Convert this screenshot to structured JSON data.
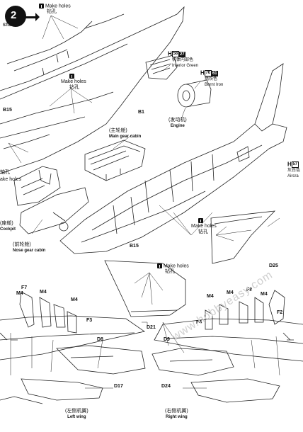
{
  "step": {
    "label": "STEP",
    "number": "2"
  },
  "make_holes": {
    "en": "Make holes",
    "cn": "钻孔"
  },
  "parts": {
    "b15": "B15",
    "b1": "B1",
    "d25": "D25",
    "d21": "D21",
    "d8": "D8",
    "d9": "D9",
    "d17": "D17",
    "d24": "D24",
    "f3": "F3",
    "f2": "F2",
    "f4": "F4",
    "f7": "F7",
    "f8": "F8",
    "m4": "M4"
  },
  "paints": {
    "interior_green": {
      "letter": "H",
      "code1": "58",
      "code2": "27",
      "cn": "机体内部色",
      "en": "Interior Green"
    },
    "burnt_iron": {
      "letter": "H",
      "code1": "76",
      "code2": "61",
      "cn": "燃铁色",
      "en": "Burnt Iron"
    },
    "aircraft": {
      "letter": "H",
      "code1": "57",
      "cn": "灰白色",
      "en": "Aircra"
    }
  },
  "callouts": {
    "engine": {
      "cn": "(发动机)",
      "en": "Engine"
    },
    "main_gear": {
      "cn": "(主轮舱)",
      "en": "Main gear cabin"
    },
    "cockpit": {
      "cn": "(座舱)",
      "en": "Cockpit"
    },
    "nose_gear": {
      "cn": "(前轮舱)",
      "en": "Nose gear cabin"
    },
    "left_wing": {
      "cn": "(左侧机翼)",
      "en": "Left wing"
    },
    "right_wing": {
      "cn": "(右侧机翼)",
      "en": "Right wing"
    }
  },
  "edge_fragments": {
    "holes": "轴孔",
    "ake_holes": "ake holes"
  },
  "watermark": "www.hobbyeasy.com"
}
